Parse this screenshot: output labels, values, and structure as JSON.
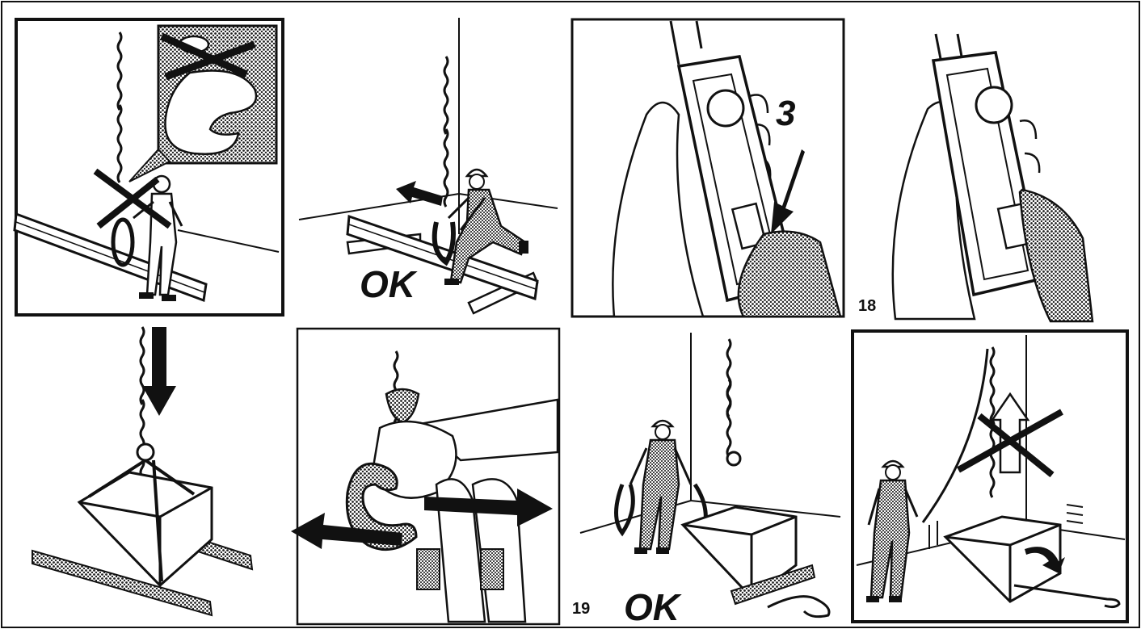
{
  "labels": {
    "ok_top": "OK",
    "ok_bottom": "OK",
    "step_number": "3",
    "figure_18": "18",
    "figure_19": "19"
  },
  "colors": {
    "ink": "#111111",
    "paper": "#ffffff",
    "halftone": "#8a8a8a"
  },
  "icons": {
    "prohibited_mark": "cross-icon",
    "direction_arrow": "arrow-icon"
  }
}
